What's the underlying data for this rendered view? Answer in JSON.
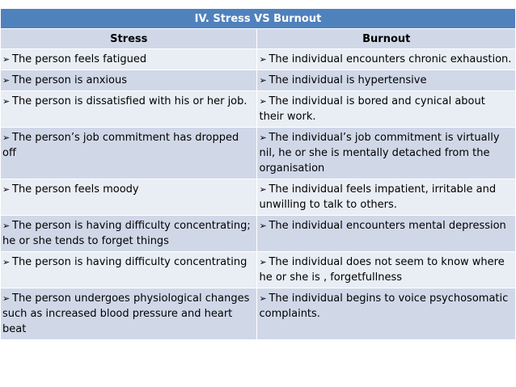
{
  "table": {
    "title": "IV. Stress VS Burnout",
    "headers": [
      "Stress",
      "Burnout"
    ],
    "bullet_icon": "arrow-right-check-icon",
    "bullet_glyph": "➢",
    "rows": [
      {
        "stress": "The person feels fatigued",
        "burnout": "The individual encounters chronic exhaustion."
      },
      {
        "stress": "The person is anxious",
        "burnout": "The individual is hypertensive"
      },
      {
        "stress": "The person is dissatisfied with his or her job.",
        "burnout": "The individual is bored and cynical about their work."
      },
      {
        "stress": "The person’s job commitment has dropped off",
        "burnout": "The individual’s job commitment is virtually nil, he or she is mentally detached from the organisation"
      },
      {
        "stress": "The person feels moody",
        "burnout": "The individual feels impatient, irritable and unwilling to talk to others."
      },
      {
        "stress": "The person is having difficulty concentrating; he or she tends to forget things",
        "burnout": "The individual encounters mental depression"
      },
      {
        "stress": "The person is having difficulty concentrating",
        "burnout": "The individual does not seem to know where he or she is , forgetfullness"
      },
      {
        "stress": "The person undergoes physiological changes such as increased blood pressure and heart beat",
        "burnout": "The individual begins to voice psychosomatic complaints."
      }
    ]
  }
}
